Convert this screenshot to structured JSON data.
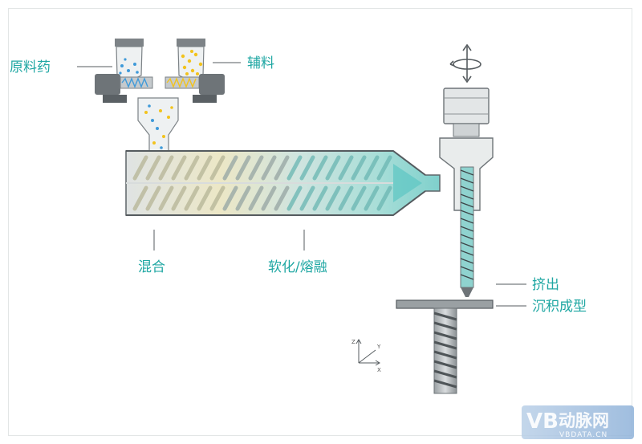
{
  "labels": {
    "api": "原料药",
    "excipient": "辅料",
    "mixing": "混合",
    "softening": "软化/熔融",
    "extrusion": "挤出",
    "deposition": "沉积成型"
  },
  "axes": {
    "z": "Z",
    "y": "Y",
    "x": "X"
  },
  "watermark": {
    "logo": "VB",
    "brand": "动脉网",
    "url": "VBDATA.CN"
  },
  "icons": {
    "rotate": "rotate-arrows-icon"
  },
  "colors": {
    "accent": "#1fa7a3",
    "teal_melt": "#5cc6c3",
    "dark": "#555b5f",
    "yellow": "#f2c31d",
    "blue": "#3f9ad9"
  }
}
